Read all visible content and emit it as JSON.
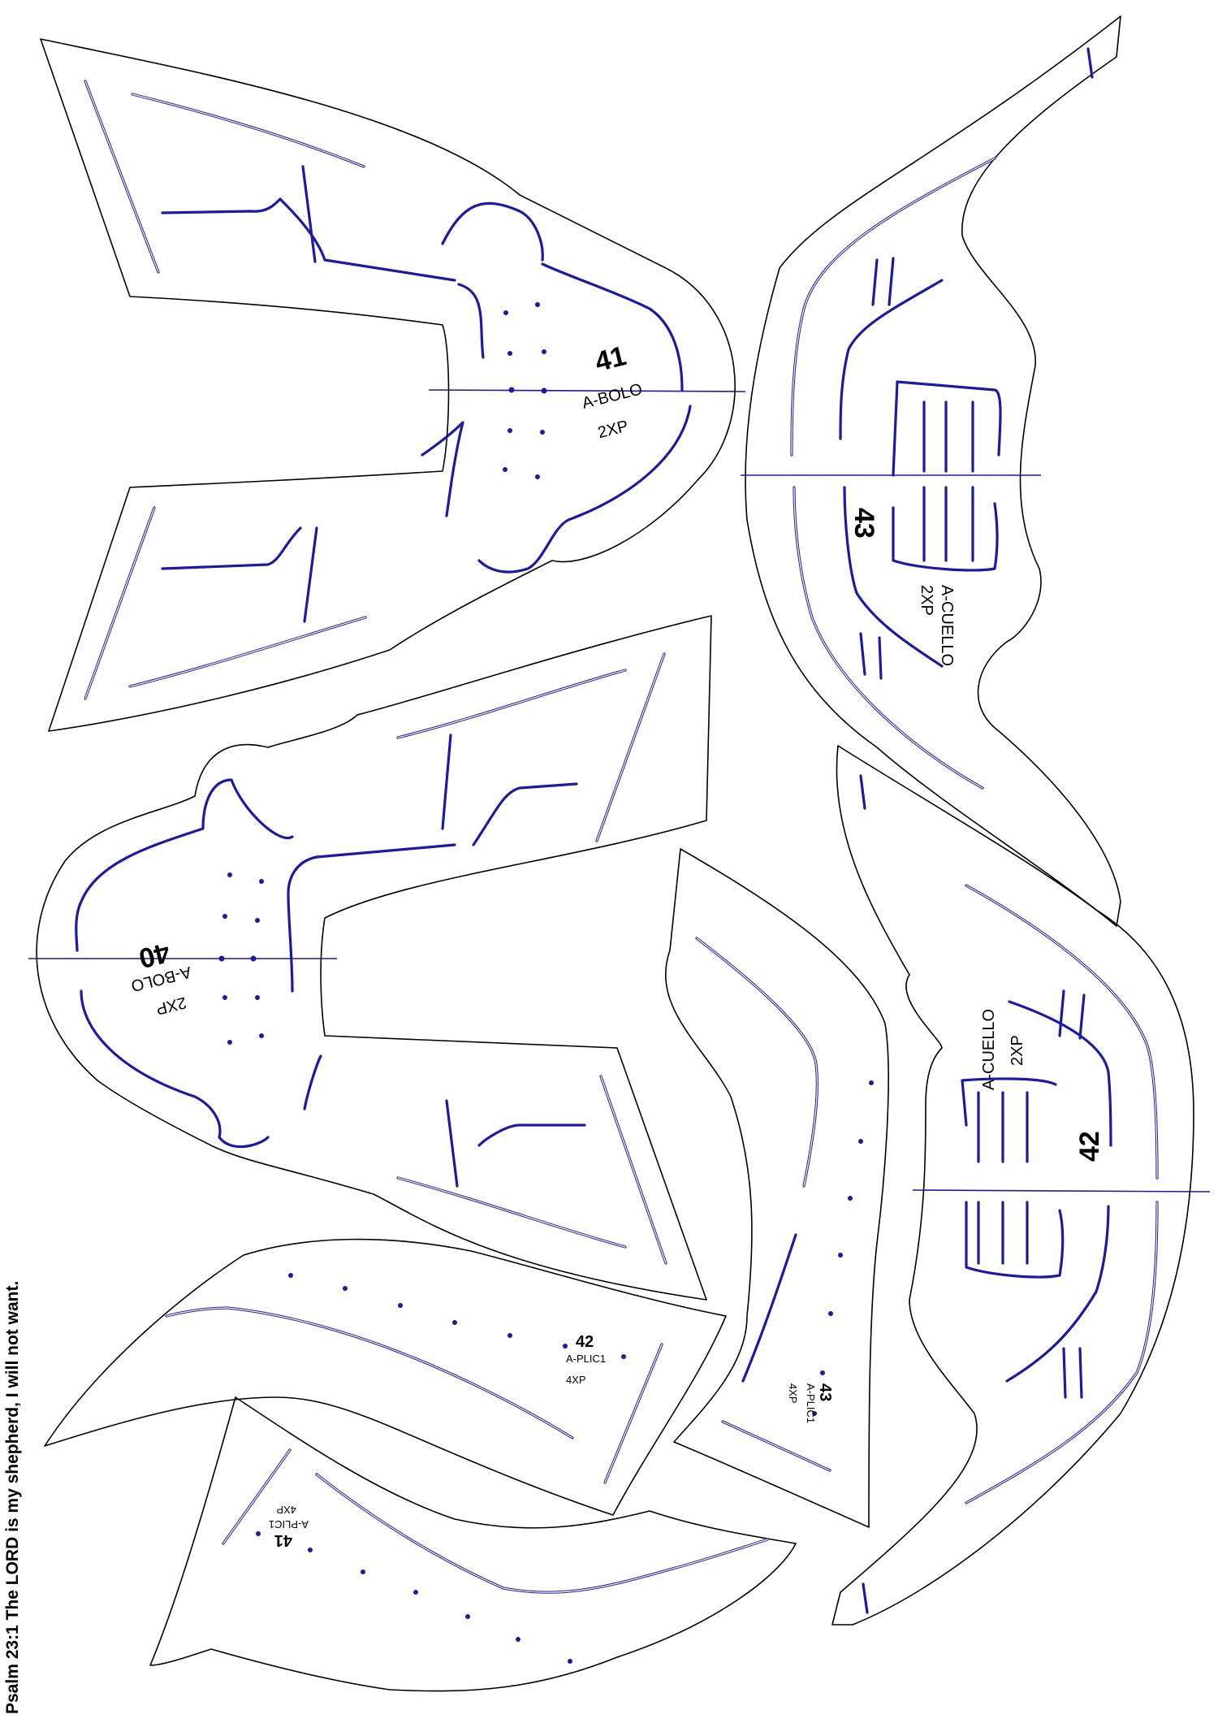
{
  "footer": {
    "verse": "Psalm 23:1 The LORD is my shepherd, I will not want."
  },
  "colors": {
    "outline": "#000000",
    "groove": "#1a1aa6",
    "background": "#ffffff"
  },
  "pieces": [
    {
      "id": "piece-41-bolo",
      "number": "41",
      "name": "A-BOLO",
      "quantity": "2XP"
    },
    {
      "id": "piece-40-bolo",
      "number": "40",
      "name": "A-BOLO",
      "quantity": "2XP"
    },
    {
      "id": "piece-43-cuello",
      "number": "43",
      "name": "A-CUELLO",
      "quantity": "2XP"
    },
    {
      "id": "piece-42-cuello",
      "number": "42",
      "name": "A-CUELLO",
      "quantity": "2XP"
    },
    {
      "id": "piece-42-plic",
      "number": "42",
      "name": "A-PLIC1",
      "quantity": "4XP"
    },
    {
      "id": "piece-43-plic",
      "number": "43",
      "name": "A-PLIC1",
      "quantity": "4XP"
    },
    {
      "id": "piece-41-plic",
      "number": "41",
      "name": "A-PLIC1",
      "quantity": "4XP"
    }
  ]
}
